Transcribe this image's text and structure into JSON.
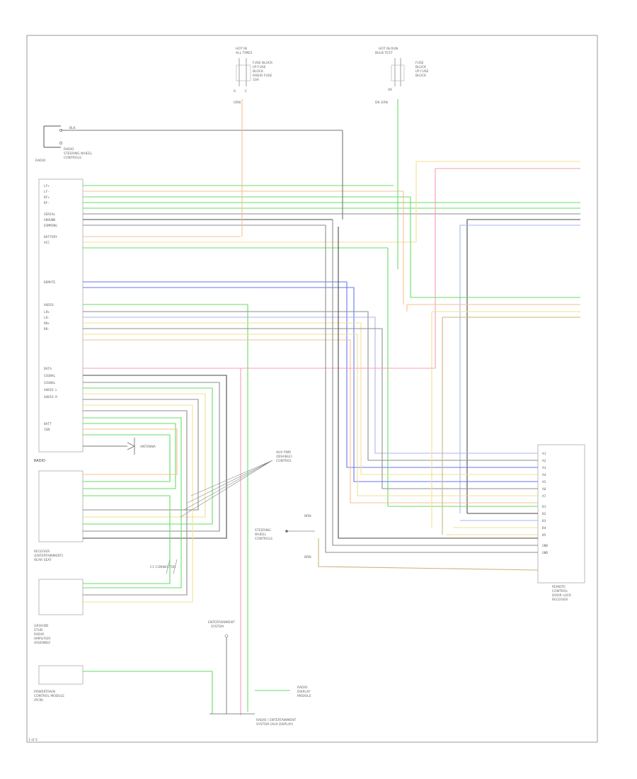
{
  "colors": {
    "green": "#66dd66",
    "orange": "#f5c190",
    "yellow": "#f2e090",
    "gray": "#8e8e8e",
    "darkgray": "#4a4a4a",
    "blue": "#6677ee",
    "pink": "#f4a0b0",
    "tan": "#c9b47a",
    "black": "#333333",
    "lightgreen": "#99e699",
    "lightblue": "#aab4f0"
  },
  "components": {
    "radio": "RADIO",
    "receiver": "RECEIVER",
    "amplifier": "AMPLIFIER",
    "module": "MODULE",
    "antenna": "ANTENNA",
    "connector": "C1 CONNECTOR",
    "ground": "GROUND"
  },
  "footer": "1 of 2"
}
